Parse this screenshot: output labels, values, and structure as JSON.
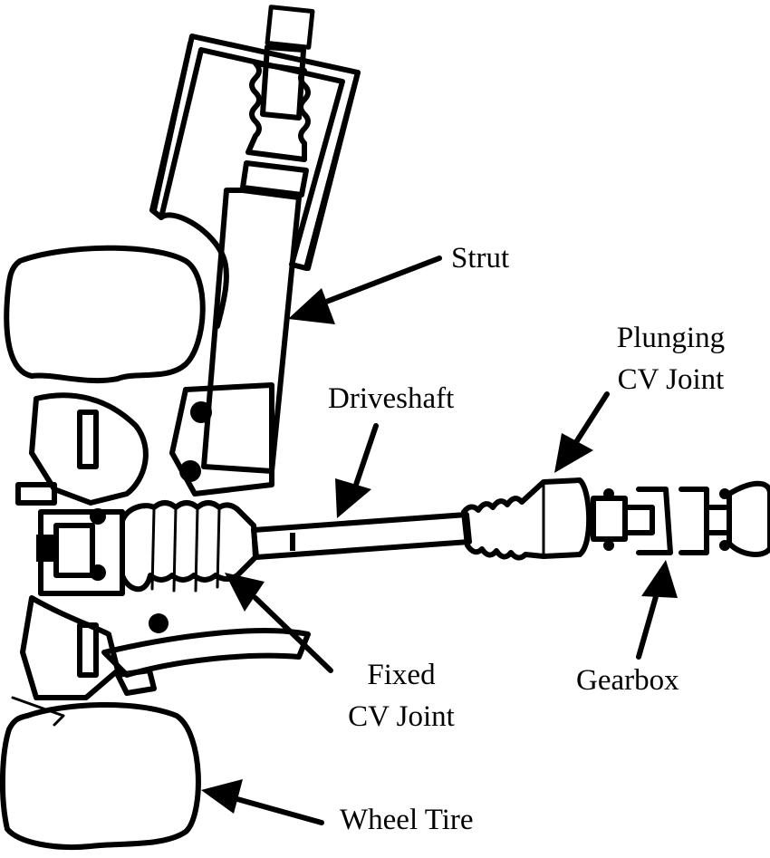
{
  "labels": {
    "strut": "Strut",
    "plunging_line1": "Plunging",
    "plunging_line2": "CV Joint",
    "driveshaft": "Driveshaft",
    "fixed_line1": "Fixed",
    "fixed_line2": "CV Joint",
    "gearbox": "Gearbox",
    "wheel_tire": "Wheel Tire"
  },
  "colors": {
    "ink": "#000000",
    "background": "#ffffff"
  }
}
